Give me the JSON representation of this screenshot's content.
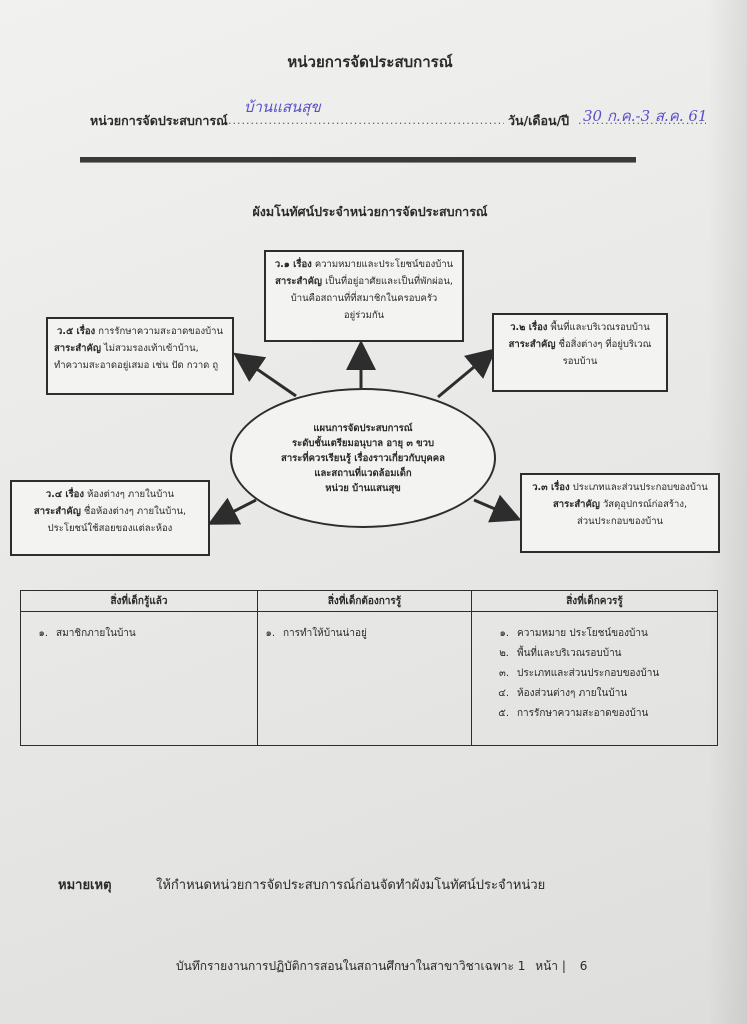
{
  "header": {
    "title": "หน่วยการจัดประสบการณ์",
    "unit_label": "หน่วยการจัดประสบการณ์",
    "unit_value": "บ้านแสนสุข",
    "date_label": "วัน/เดือน/ปี",
    "date_value": "30 ก.ค.-3 ส.ค. 61"
  },
  "mindmap": {
    "title": "ผังมโนทัศน์ประจำหน่วยการจัดประสบการณ์",
    "center": [
      "แผนการจัดประสบการณ์",
      "ระดับชั้นเตรียมอนุบาล อายุ ๓ ขวบ",
      "สาระที่ควรเรียนรู้ เรื่องราวเกี่ยวกับบุคคล",
      "และสถานที่แวดล้อมเด็ก",
      "หน่วย บ้านแสนสุข"
    ],
    "topics": [
      {
        "head": "ว.๑ เรื่อง",
        "topic": "ความหมายและประโยชน์ของบ้าน",
        "key_label": "สาระสำคัญ",
        "key": "เป็นที่อยู่อาศัยและเป็นที่พักผ่อน,",
        "extra": [
          "บ้านคือสถานที่ที่สมาชิกในครอบครัว",
          "อยู่ร่วมกัน"
        ]
      },
      {
        "head": "ว.๒ เรื่อง",
        "topic": "พื้นที่และบริเวณรอบบ้าน",
        "key_label": "สาระสำคัญ",
        "key": "ชื่อสิ่งต่างๆ ที่อยู่บริเวณ",
        "extra": [
          "รอบบ้าน"
        ]
      },
      {
        "head": "ว.๓ เรื่อง",
        "topic": "ประเภทและส่วนประกอบของบ้าน",
        "key_label": "สาระสำคัญ",
        "key": "วัสดุอุปกรณ์ก่อสร้าง,",
        "extra": [
          "ส่วนประกอบของบ้าน"
        ]
      },
      {
        "head": "ว.๔ เรื่อง",
        "topic": "ห้องต่างๆ ภายในบ้าน",
        "key_label": "สาระสำคัญ",
        "key": "ชื่อห้องต่างๆ ภายในบ้าน,",
        "extra": [
          "ประโยชน์ใช้สอยของแต่ละห้อง"
        ]
      },
      {
        "head": "ว.๕ เรื่อง",
        "topic": "การรักษาความสะอาดของบ้าน",
        "key_label": "สาระสำคัญ",
        "key": "ไม่สวมรองเท้าเข้าบ้าน,",
        "extra": [
          "ทำความสะอาดอยู่เสมอ เช่น ปัด กวาด ถู"
        ]
      }
    ]
  },
  "table": {
    "headers": [
      "สิ่งที่เด็กรู้แล้ว",
      "สิ่งที่เด็กต้องการรู้",
      "สิ่งที่เด็กควรรู้"
    ],
    "known": [
      {
        "num": "๑.",
        "text": "สมาชิกภายในบ้าน"
      }
    ],
    "want": [
      {
        "num": "๑.",
        "text": "การทำให้บ้านน่าอยู่"
      }
    ],
    "should": [
      {
        "num": "๑.",
        "text": "ความหมาย ประโยชน์ของบ้าน"
      },
      {
        "num": "๒.",
        "text": "พื้นที่และบริเวณรอบบ้าน"
      },
      {
        "num": "๓.",
        "text": "ประเภทและส่วนประกอบของบ้าน"
      },
      {
        "num": "๔.",
        "text": "ห้องส่วนต่างๆ ภายในบ้าน"
      },
      {
        "num": "๕.",
        "text": "การรักษาความสะอาดของบ้าน"
      }
    ]
  },
  "note": {
    "label": "หมายเหตุ",
    "text": "ให้กำหนดหน่วยการจัดประสบการณ์ก่อนจัดทำผังมโนทัศน์ประจำหน่วย"
  },
  "footer": {
    "text": "บันทึกรายงานการปฏิบัติการสอนในสถานศึกษาในสาขาวิชาเฉพาะ 1",
    "page_label": "หน้า |",
    "page": "6"
  }
}
